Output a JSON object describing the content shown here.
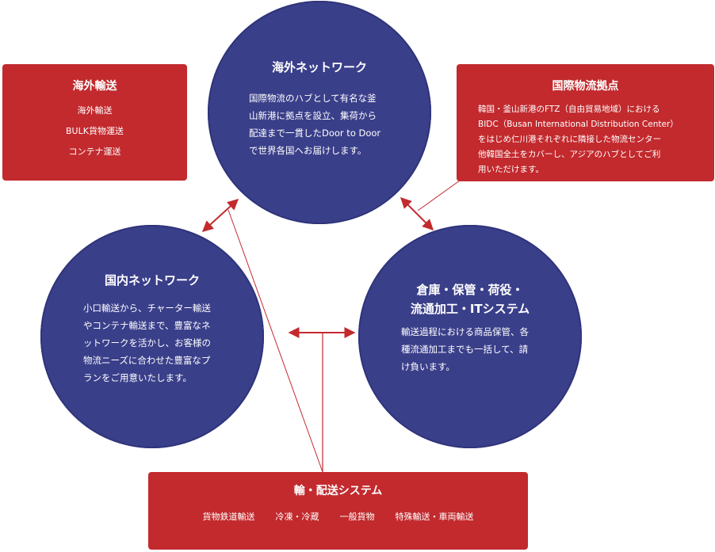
{
  "circles": {
    "overseas_network": {
      "title": "海外ネットワーク",
      "lines": [
        "国際物流のハブとして有名な釜",
        "山新港に拠点を設立、集荷から",
        "配達まで一貫したDoor to Door",
        "で世界各国へお届けします。"
      ]
    },
    "domestic_network": {
      "title": "国内ネットワーク",
      "lines": [
        "小口輸送から、チャーター輸送",
        "やコンテナ輸送まで、豊富なネ",
        "ットワークを活かし、お客様の",
        "物流ニーズに合わせた豊富なプ",
        "ランをご用意いたします。"
      ]
    },
    "warehouse": {
      "title_lines": [
        "倉庫・保管・荷役・",
        "流通加工・ITシステム"
      ],
      "lines": [
        "輸送過程における商品保管、各",
        "種流通加工までも一括して、請",
        "け負います。"
      ]
    }
  },
  "boxes": {
    "overseas_transport": {
      "title": "海外輸送",
      "items": [
        "海外輸送",
        "BULK貨物運送",
        "コンテナ運送"
      ]
    },
    "intl_hub": {
      "title": "国際物流拠点",
      "lines": [
        "韓国・釜山新港のFTZ（自由貿易地域）における",
        "BIDC（Busan International Distribution Center）",
        "をはじめ仁川港それぞれに隣接した物流センター",
        "他韓国全土をカバーし、アジアのハブとしてご利",
        "用いただけます。"
      ]
    },
    "delivery_system": {
      "title": "輸・配送システム",
      "items": [
        "貨物鉄道輸送",
        "冷凍・冷蔵",
        "一般貨物",
        "特殊輸送・車両輸送"
      ]
    }
  },
  "colors": {
    "circle": "#3a3f8a",
    "box": "#c22a2e",
    "connector": "#c22a2e"
  }
}
